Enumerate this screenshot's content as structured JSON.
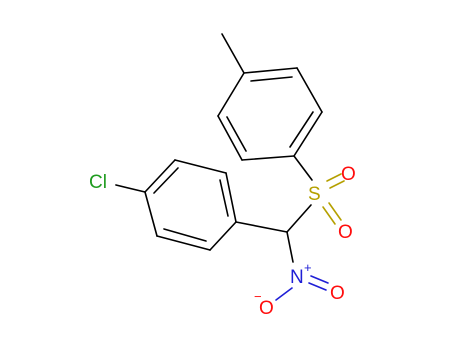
{
  "molecule": {
    "atom_labels": {
      "chlorine": "Cl",
      "sulfur": "S",
      "oxygen_sulfonyl_1": "O",
      "oxygen_sulfonyl_2": "O",
      "nitrogen": "N",
      "nitro_charge": "+",
      "oxygen_nitro_1": "O",
      "oxygen_nitro_2": "O",
      "oxygen_nitro_charge": "−"
    },
    "colors": {
      "bond": "#000000",
      "chlorine": "#1f9b1f",
      "sulfur": "#b5a000",
      "oxygen": "#ff0d0d",
      "nitrogen": "#1f1fd6"
    }
  }
}
